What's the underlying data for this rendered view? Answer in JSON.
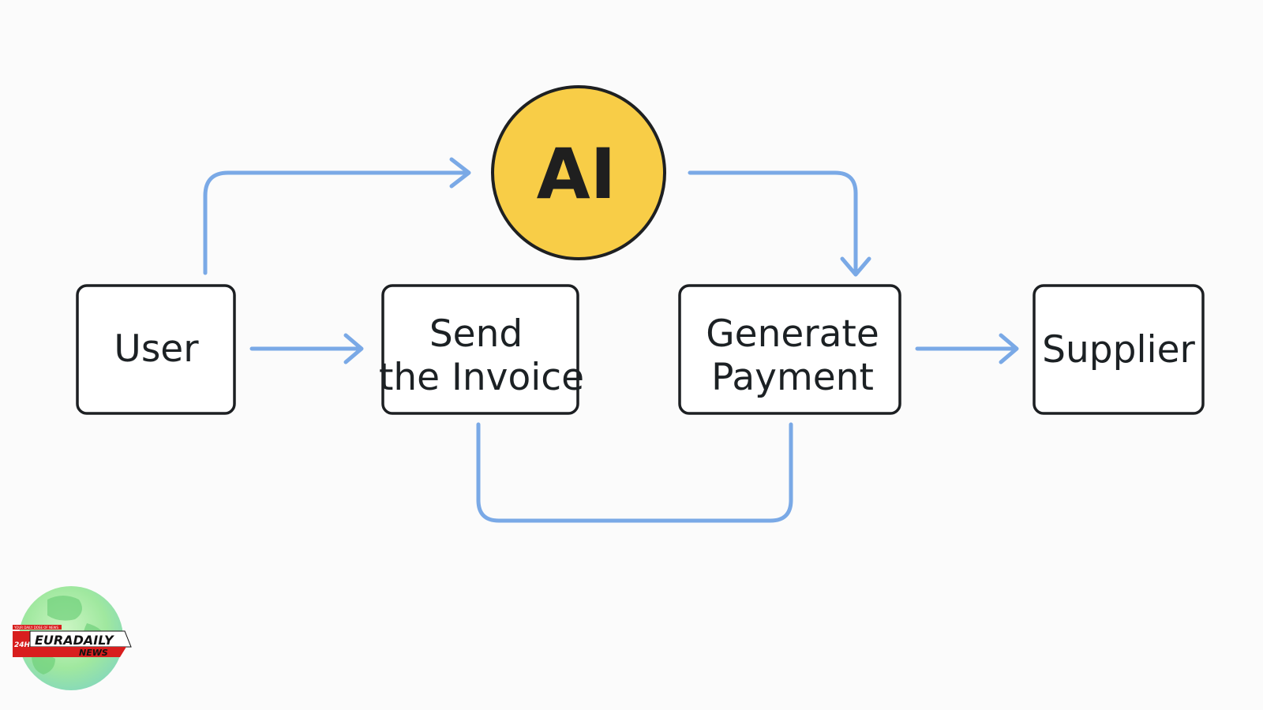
{
  "diagram": {
    "ai_node": {
      "label": "AI"
    },
    "nodes": {
      "user": {
        "label": "User"
      },
      "send_invoice": {
        "line1": "Send",
        "line2": "the Invoice"
      },
      "generate_payment": {
        "line1": "Generate",
        "line2": "Payment"
      },
      "supplier": {
        "label": "Supplier"
      }
    }
  },
  "colors": {
    "arrow": "#7aa9e6",
    "ai_fill": "#f8cd47",
    "box_stroke": "#1c1f22",
    "text": "#1c2124"
  },
  "logo": {
    "name": "EURADAILY",
    "sub": "NEWS",
    "badge": "24H",
    "tagline": "YOUR DAILY DOSE OF NEWS"
  }
}
